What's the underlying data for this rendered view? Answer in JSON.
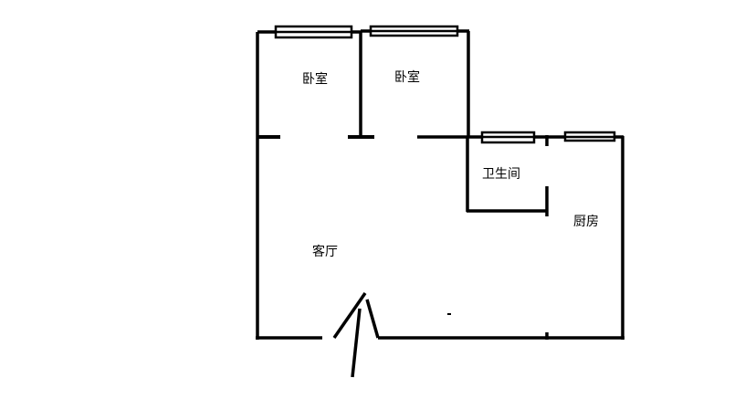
{
  "rooms": {
    "bedroom_left": "卧室",
    "bedroom_right": "卧室",
    "bathroom": "卫生间",
    "kitchen": "厨房",
    "living_room": "客厅"
  },
  "colors": {
    "wall": "#000000",
    "background": "#ffffff"
  }
}
